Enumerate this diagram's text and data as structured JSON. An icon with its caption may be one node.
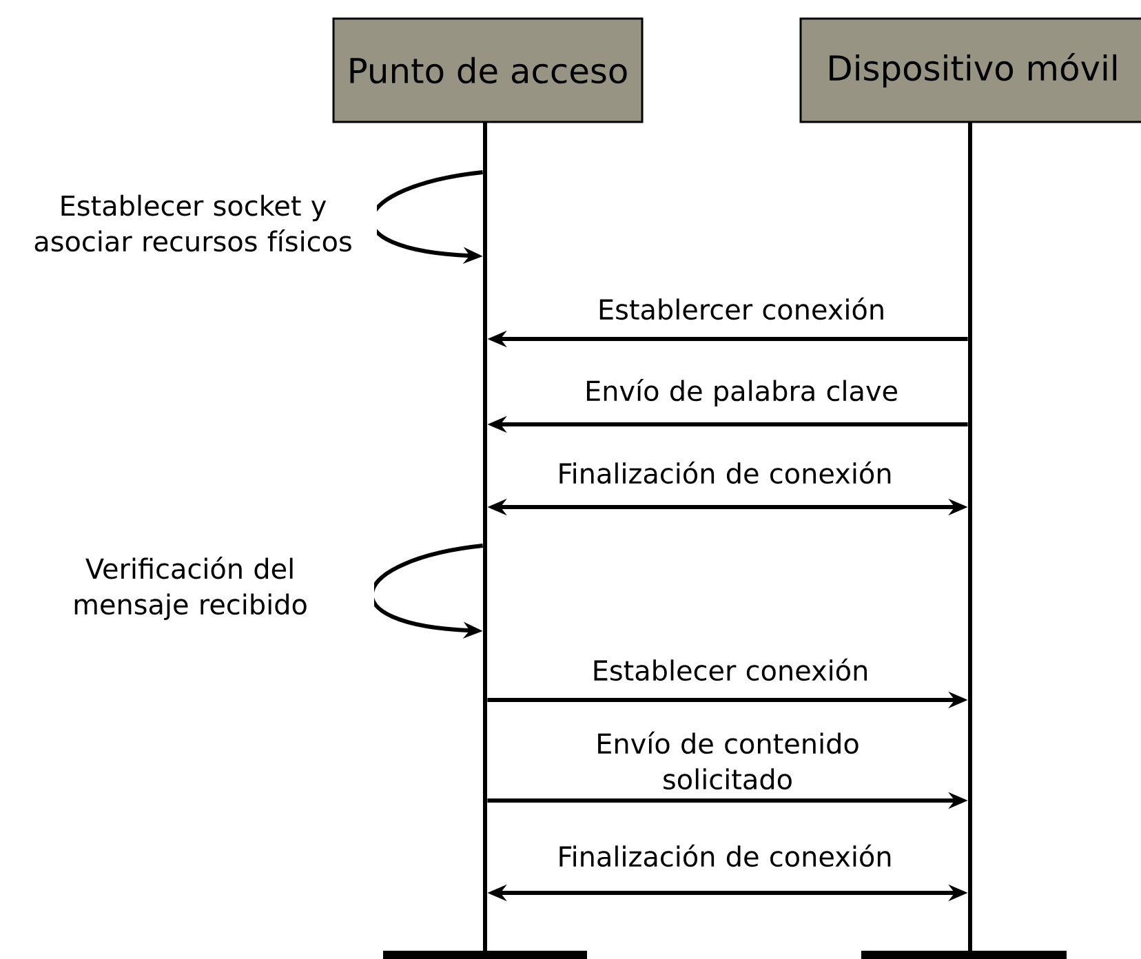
{
  "diagram": {
    "nodes": [
      {
        "text": [
          "Punto de acceso"
        ]
      },
      {
        "text": [
          "Dispositivo móvil"
        ]
      },
      {
        "text": [],
        "shape": "line"
      },
      {
        "text": [],
        "shape": "line"
      }
    ],
    "edges": [
      {
        "from": 2,
        "to": 2,
        "arrow": "to",
        "label": "Establecer socket y asociar recursos físicos"
      },
      {
        "from": 3,
        "to": 2,
        "arrow": "to",
        "label": "Establercer conexión"
      },
      {
        "from": 3,
        "to": 2,
        "arrow": "to",
        "label": "Envío de palabra clave"
      },
      {
        "from": 2,
        "to": 3,
        "arrow": "both",
        "label": "Finalización de conexión"
      },
      {
        "from": 2,
        "to": 2,
        "arrow": "to",
        "label": "Verificación del mensaje recibido"
      },
      {
        "from": 2,
        "to": 3,
        "arrow": "to",
        "label": "Establecer conexión"
      },
      {
        "from": 2,
        "to": 3,
        "arrow": "to",
        "label": "Envío de contenido solicitado"
      },
      {
        "from": 2,
        "to": 3,
        "arrow": "both",
        "label": "Finalización de conexión"
      }
    ]
  }
}
